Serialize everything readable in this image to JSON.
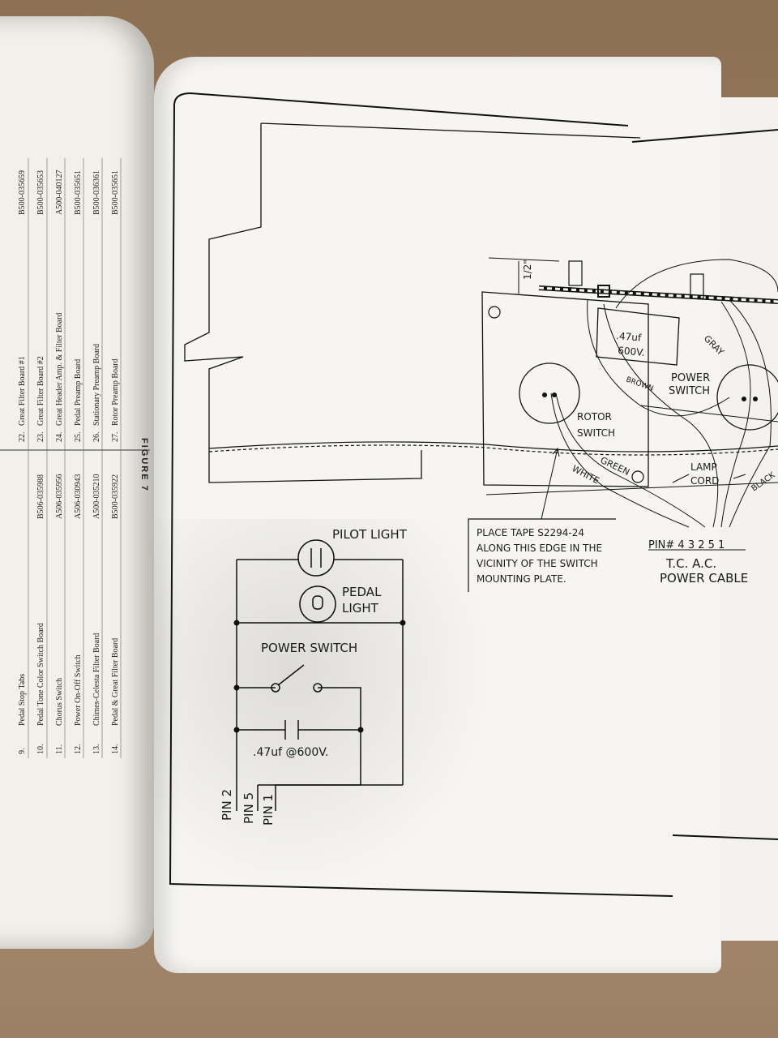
{
  "left_page": {
    "figure_label": "FIGURE 7",
    "rows": [
      {
        "num": "9.",
        "name": "Pedal Stop Tabs",
        "part": ""
      },
      {
        "num": "10.",
        "name": "Pedal Tone Color Switch Board",
        "part": "B506-035988"
      },
      {
        "num": "11.",
        "name": "Chorus Switch",
        "part": "A506-035956"
      },
      {
        "num": "12.",
        "name": "Power On-Off Switch",
        "part": "A506-030943"
      },
      {
        "num": "13.",
        "name": "Chimes-Celesta Filter Board",
        "part": "A500-035210"
      },
      {
        "num": "14.",
        "name": "Pedal & Great Filter Board",
        "part": "B500-035922"
      },
      {
        "num": "22.",
        "name": "Great Filter Board #1",
        "part": "B500-035659"
      },
      {
        "num": "23.",
        "name": "Great Filter Board #2",
        "part": "B500-035653"
      },
      {
        "num": "24.",
        "name": "Great Header Amp. & Filter Board",
        "part": "A500-040127"
      },
      {
        "num": "25.",
        "name": "Pedal Preamp Board",
        "part": "B500-035651"
      },
      {
        "num": "26.",
        "name": "Stationary Preamp Board",
        "part": "B500-036361"
      },
      {
        "num": "27.",
        "name": "Rotor Preamp Board",
        "part": "B500-035651"
      }
    ]
  },
  "diagram": {
    "dimension": "1/2\"",
    "capacitor_top": ".47uf",
    "capacitor_top_v": "600V.",
    "wire_gray": "GRAY",
    "wire_brown": "BROWN",
    "power_switch_line1": "POWER",
    "power_switch_line2": "SWITCH",
    "rotor_line1": "ROTOR",
    "rotor_line2": "SWITCH",
    "wire_green": "GREEN",
    "wire_white": "WHITE",
    "lamp_line1": "LAMP",
    "lamp_line2": "CORD",
    "wire_black": "BLACK",
    "note_lines": [
      "PLACE TAPE S2294-24",
      "ALONG THIS EDGE IN THE",
      "VICINITY OF THE SWITCH",
      "MOUNTING PLATE."
    ],
    "pin_label": "PIN# 4 3 2 5 1",
    "cable_line1": "T.C. A.C.",
    "cable_line2": "POWER CABLE",
    "schematic": {
      "pilot_light": "PILOT LIGHT",
      "pedal_light_line1": "PEDAL",
      "pedal_light_line2": "LIGHT",
      "power_switch": "POWER SWITCH",
      "capacitor": ".47uf @600V.",
      "pin2": "PIN 2",
      "pin5": "PIN 5",
      "pin1": "PIN 1"
    }
  }
}
